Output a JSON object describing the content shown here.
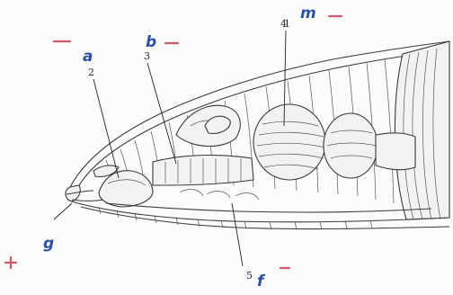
{
  "labels": {
    "l1": "1",
    "l2": "2",
    "l3": "3",
    "l4": "4",
    "l5": "5"
  },
  "handwriting": {
    "mark_a": "a",
    "mark_b": "b",
    "mark_m": "m",
    "mark_g": "g",
    "mark_f": "f"
  },
  "colors": {
    "handwriting_ink": "#2d4fa8",
    "correction_red": "#cf5a6a",
    "drawing_ink": "#3a3a3a"
  }
}
